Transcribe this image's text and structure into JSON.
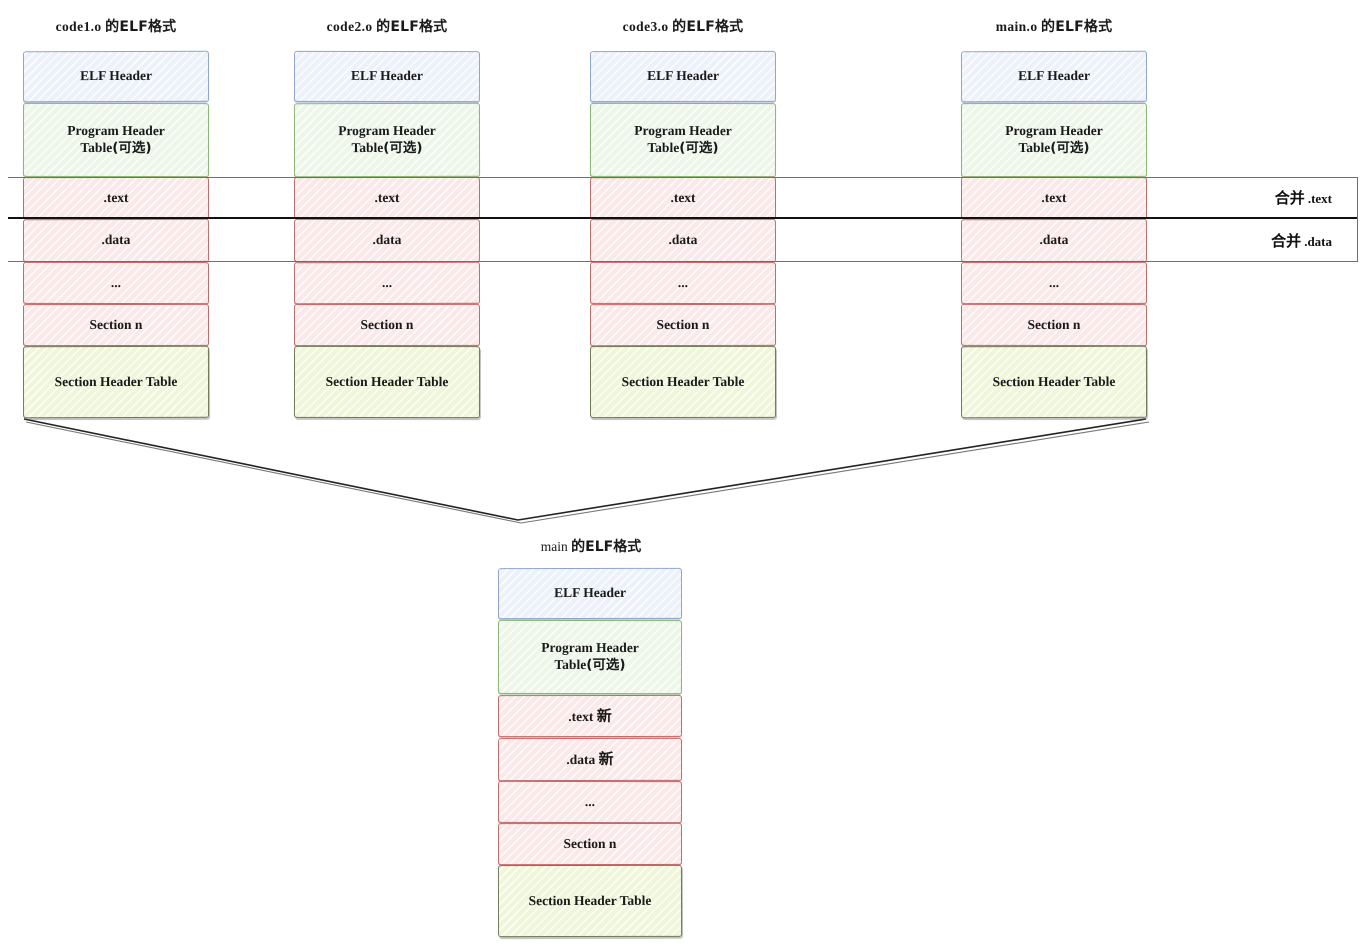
{
  "diagram": {
    "title_suffix_cn": "的ELF格式",
    "merge_label_cn": "合并",
    "new_suffix_cn": "新",
    "optional_cn": "(可选)",
    "colors": {
      "elf_header_fill": "#edf1fa",
      "elf_header_stroke": "#8fa5cf",
      "program_header_fill": "#eef6e9",
      "program_header_stroke": "#8ab573",
      "section_fill": "#fbe9e9",
      "section_stroke": "#c26a6a",
      "section_header_table_fill": "#f0f6d9",
      "section_header_table_stroke": "#6e7a58",
      "connector_stroke": "#222222"
    }
  },
  "columns": [
    {
      "id": "code1",
      "name": "code1.o",
      "title_prefix": "code1.o",
      "rows": [
        {
          "key": "elf-header",
          "label": "ELF Header"
        },
        {
          "key": "program-header-table",
          "label": "Program Header Table(可选)",
          "line1": "Program Header",
          "line2": "Table",
          "line2_cn": "(可选)"
        },
        {
          "key": "text",
          "label": ".text"
        },
        {
          "key": "data",
          "label": ".data"
        },
        {
          "key": "ellipsis",
          "label": "..."
        },
        {
          "key": "section-n",
          "label": "Section n"
        },
        {
          "key": "section-header-table",
          "label": "Section Header Table"
        }
      ]
    },
    {
      "id": "code2",
      "name": "code2.o",
      "title_prefix": "code2.o",
      "rows": [
        {
          "key": "elf-header",
          "label": "ELF Header"
        },
        {
          "key": "program-header-table",
          "label": "Program Header Table(可选)",
          "line1": "Program Header",
          "line2": "Table",
          "line2_cn": "(可选)"
        },
        {
          "key": "text",
          "label": ".text"
        },
        {
          "key": "data",
          "label": ".data"
        },
        {
          "key": "ellipsis",
          "label": "..."
        },
        {
          "key": "section-n",
          "label": "Section n"
        },
        {
          "key": "section-header-table",
          "label": "Section Header Table"
        }
      ]
    },
    {
      "id": "code3",
      "name": "code3.o",
      "title_prefix": "code3.o",
      "rows": [
        {
          "key": "elf-header",
          "label": "ELF Header"
        },
        {
          "key": "program-header-table",
          "label": "Program Header Table(可选)",
          "line1": "Program Header",
          "line2": "Table",
          "line2_cn": "(可选)"
        },
        {
          "key": "text",
          "label": ".text"
        },
        {
          "key": "data",
          "label": ".data"
        },
        {
          "key": "ellipsis",
          "label": "..."
        },
        {
          "key": "section-n",
          "label": "Section n"
        },
        {
          "key": "section-header-table",
          "label": "Section Header Table"
        }
      ]
    },
    {
      "id": "main-o",
      "name": "main.o",
      "title_prefix": "main.o",
      "rows": [
        {
          "key": "elf-header",
          "label": "ELF Header"
        },
        {
          "key": "program-header-table",
          "label": "Program Header Table(可选)",
          "line1": "Program Header",
          "line2": "Table",
          "line2_cn": "(可选)"
        },
        {
          "key": "text",
          "label": ".text"
        },
        {
          "key": "data",
          "label": ".data"
        },
        {
          "key": "ellipsis",
          "label": "..."
        },
        {
          "key": "section-n",
          "label": "Section n"
        },
        {
          "key": "section-header-table",
          "label": "Section Header Table"
        }
      ]
    }
  ],
  "merge_bands": [
    {
      "key": "merge-text",
      "cn": "合并",
      "section": ".text"
    },
    {
      "key": "merge-data",
      "cn": "合并",
      "section": ".data"
    }
  ],
  "output": {
    "id": "main",
    "title_prefix": "main",
    "title_suffix_cn": "的ELF格式",
    "rows": [
      {
        "key": "elf-header",
        "label": "ELF Header"
      },
      {
        "key": "program-header-table",
        "label": "Program Header Table(可选)",
        "line1": "Program Header",
        "line2": "Table",
        "line2_cn": "(可选)"
      },
      {
        "key": "text-new",
        "label": ".text 新",
        "base": ".text",
        "cn": "新"
      },
      {
        "key": "data-new",
        "label": ".data 新",
        "base": ".data",
        "cn": "新"
      },
      {
        "key": "ellipsis",
        "label": "..."
      },
      {
        "key": "section-n",
        "label": "Section n"
      },
      {
        "key": "section-header-table",
        "label": "Section Header Table"
      }
    ]
  }
}
